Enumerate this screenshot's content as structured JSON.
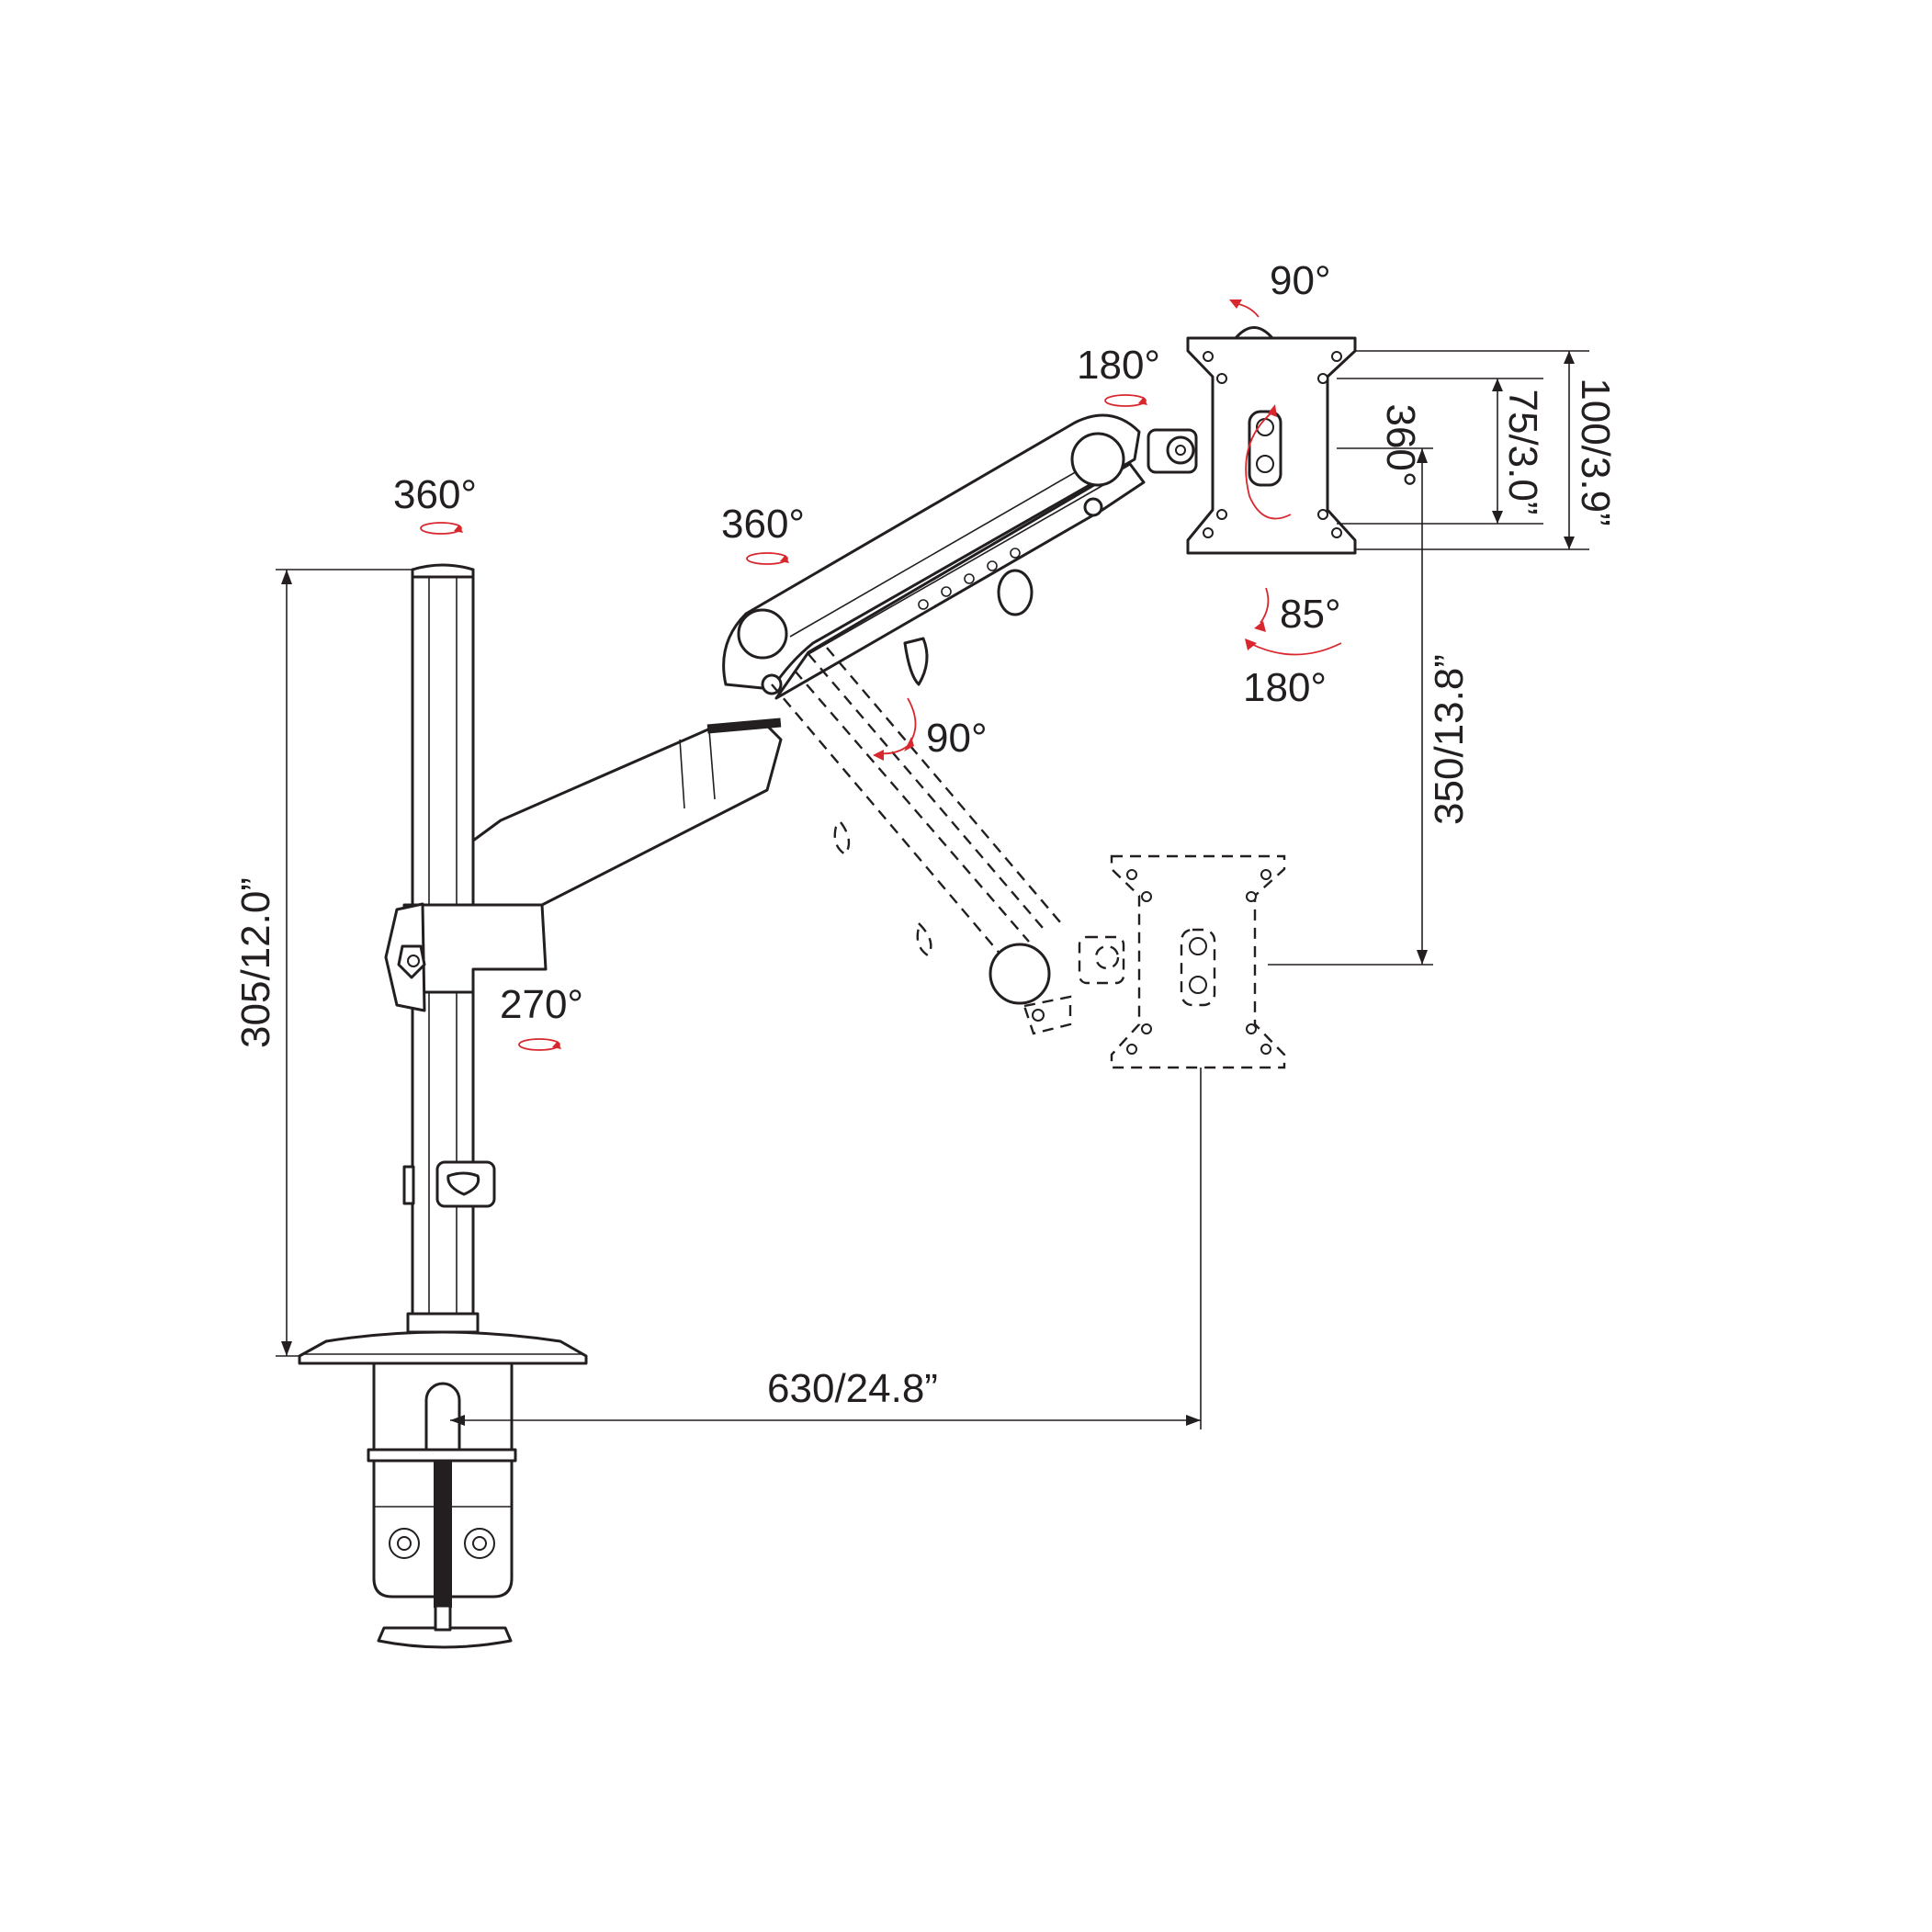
{
  "labels": {
    "plate_tilt_top": "90°",
    "plate_swivel": "180°",
    "plate_rotation": "360°",
    "plate_tilt_bottom": "85°",
    "plate_swivel_bottom": "180°",
    "arm_joint_rotation": "360°",
    "arm_lift": "90°",
    "pole_rotation": "360°",
    "lower_arm_rotation": "270°"
  },
  "dimensions": {
    "pole_height": "305/12.0”",
    "reach": "630/24.8”",
    "height_range": "350/13.8”",
    "vesa_75": "75/3.0”",
    "vesa_100": "100/3.9”"
  },
  "colors": {
    "line": "#231f20",
    "rotation_arrow": "#d9272e"
  }
}
